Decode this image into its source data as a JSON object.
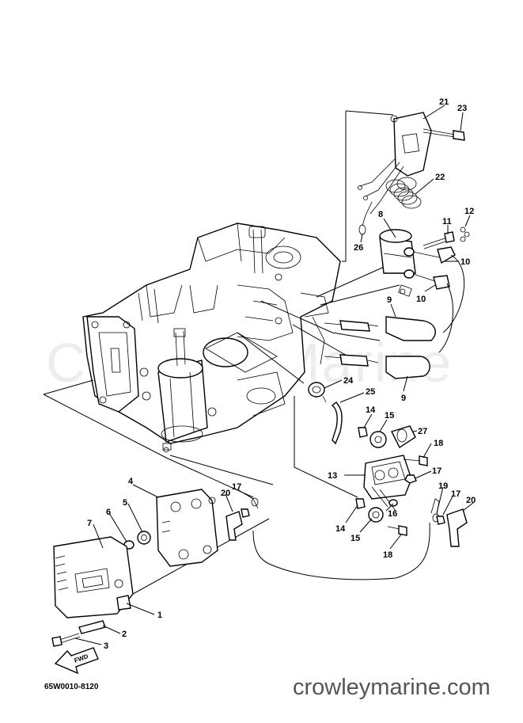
{
  "watermark": "Crowley Marine",
  "diagram_code": "65W0010-8120",
  "website": "crowleymarine.com",
  "fwd_label": "FWD",
  "callouts": [
    {
      "id": "c21",
      "text": "21"
    },
    {
      "id": "c23",
      "text": "23"
    },
    {
      "id": "c22",
      "text": "22"
    },
    {
      "id": "c8",
      "text": "8"
    },
    {
      "id": "c11",
      "text": "11"
    },
    {
      "id": "c12",
      "text": "12"
    },
    {
      "id": "c26",
      "text": "26"
    },
    {
      "id": "c10a",
      "text": "10"
    },
    {
      "id": "c10b",
      "text": "10"
    },
    {
      "id": "c9a",
      "text": "9"
    },
    {
      "id": "c9b",
      "text": "9"
    },
    {
      "id": "c24",
      "text": "24"
    },
    {
      "id": "c25",
      "text": "25"
    },
    {
      "id": "c14a",
      "text": "14"
    },
    {
      "id": "c15a",
      "text": "15"
    },
    {
      "id": "c27",
      "text": "27"
    },
    {
      "id": "c18a",
      "text": "18"
    },
    {
      "id": "c13",
      "text": "13"
    },
    {
      "id": "c17a",
      "text": "17"
    },
    {
      "id": "c19",
      "text": "19"
    },
    {
      "id": "c17b",
      "text": "17"
    },
    {
      "id": "c20a",
      "text": "20"
    },
    {
      "id": "c16",
      "text": "16"
    },
    {
      "id": "c14b",
      "text": "14"
    },
    {
      "id": "c15b",
      "text": "15"
    },
    {
      "id": "c18b",
      "text": "18"
    },
    {
      "id": "c4",
      "text": "4"
    },
    {
      "id": "c17c",
      "text": "17"
    },
    {
      "id": "c20b",
      "text": "20"
    },
    {
      "id": "c5",
      "text": "5"
    },
    {
      "id": "c6",
      "text": "6"
    },
    {
      "id": "c7",
      "text": "7"
    },
    {
      "id": "c1",
      "text": "1"
    },
    {
      "id": "c2",
      "text": "2"
    },
    {
      "id": "c3",
      "text": "3"
    }
  ]
}
